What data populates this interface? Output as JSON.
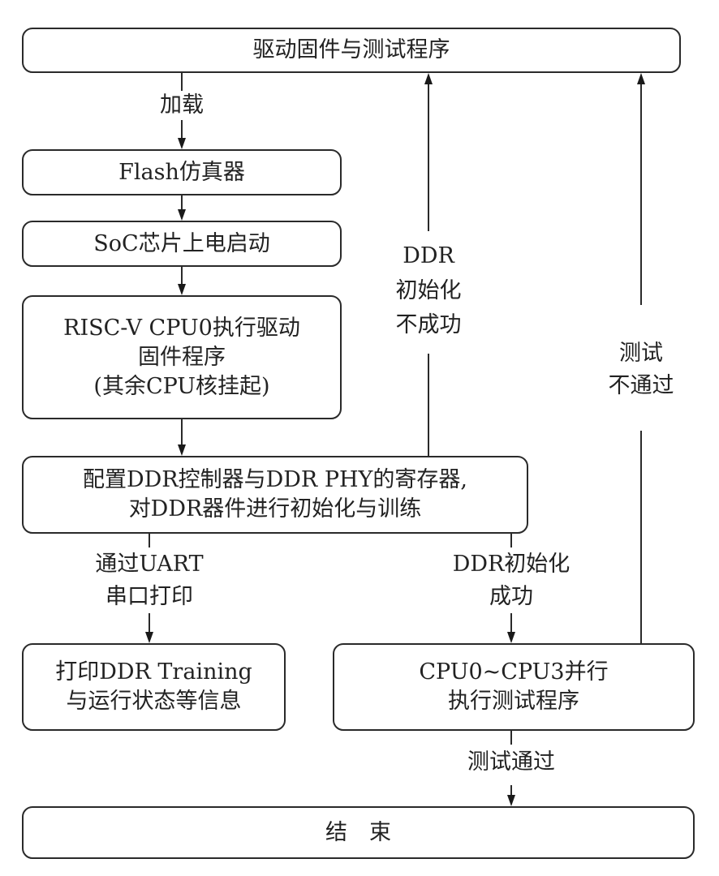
{
  "nodes": {
    "firmware": {
      "lines": [
        "驱动固件与测试程序"
      ]
    },
    "flash": {
      "lines": [
        "Flash仿真器"
      ]
    },
    "soc": {
      "lines": [
        "SoC芯片上电启动"
      ]
    },
    "riscv": {
      "lines": [
        "RISC-V CPU0执行驱动",
        "固件程序",
        "(其余CPU核挂起)"
      ]
    },
    "config": {
      "lines": [
        "配置DDR控制器与DDR PHY的寄存器,",
        "对DDR器件进行初始化与训练"
      ]
    },
    "print": {
      "lines": [
        "打印DDR Training",
        "与运行状态等信息"
      ]
    },
    "cpus": {
      "lines": [
        "CPU0~CPU3并行",
        "执行测试程序"
      ]
    },
    "end": {
      "lines": [
        "结　束"
      ]
    }
  },
  "edges": {
    "load": {
      "lines": [
        "加载"
      ]
    },
    "ddr_fail": {
      "lines": [
        "DDR",
        "初始化",
        "不成功"
      ]
    },
    "test_fail": {
      "lines": [
        "测试",
        "不通过"
      ]
    },
    "uart": {
      "lines": [
        "通过UART",
        "串口打印"
      ]
    },
    "ddr_ok": {
      "lines": [
        "DDR初始化",
        "成功"
      ]
    },
    "test_pass": {
      "lines": [
        "测试通过"
      ]
    }
  },
  "colors": {
    "stroke": "#2a2a2a",
    "text": "#222222",
    "background": "#ffffff"
  }
}
